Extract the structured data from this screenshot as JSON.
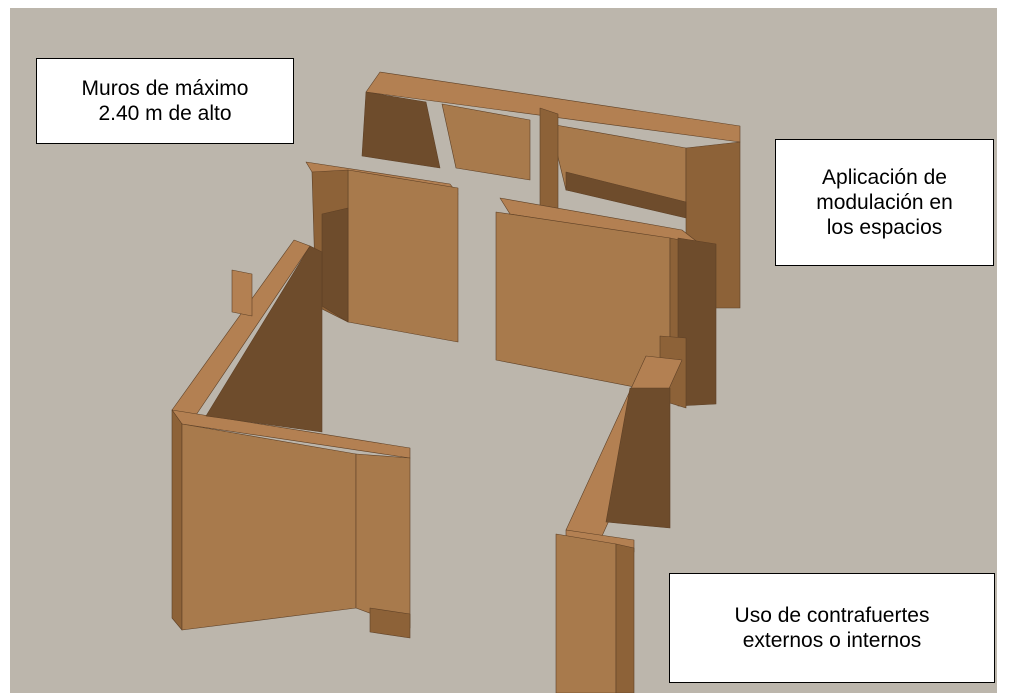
{
  "callouts": {
    "walls": "Muros de máximo\n2.40 m de alto",
    "modulation": "Aplicación de\nmodulación en\nlos espacios",
    "buttresses": "Uso de contrafuertes\nexternos o internos"
  },
  "colors": {
    "ground": "#bcb6ac",
    "wall_top": "#b38052",
    "wall_face": "#a87a4c",
    "wall_side": "#8d6238",
    "inner_shadow": "#6e4c2c",
    "ground_shadow": "#a59e94"
  }
}
